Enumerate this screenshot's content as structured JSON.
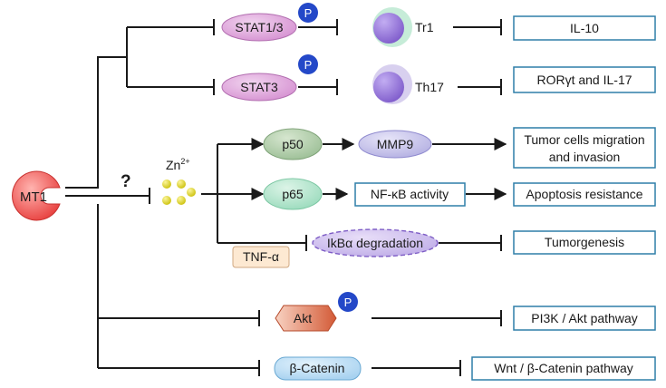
{
  "source": {
    "label": "MT1"
  },
  "unknown_mark": "?",
  "zinc": {
    "base": "Zn",
    "superscript": "2+"
  },
  "phospho_label": "P",
  "stat_rows": [
    {
      "protein": "STAT1/3",
      "cell": "Tr1",
      "outcome": "IL-10"
    },
    {
      "protein": "STAT3",
      "cell": "Th17",
      "outcome": "RORγt and IL-17"
    }
  ],
  "zinc_rows": [
    {
      "node": "p50",
      "mid": "MMP9",
      "outcome_line1": "Tumor cells migration",
      "outcome_line2": "and invasion"
    },
    {
      "node": "p65",
      "mid": "NF-κB activity",
      "outcome": "Apoptosis resistance"
    },
    {
      "mid": "IkBα degradation",
      "outcome": "Tumorgenesis"
    }
  ],
  "tnf_label": "TNF-α",
  "akt_row": {
    "node": "Akt",
    "outcome": "PI3K / Akt pathway"
  },
  "catenin_row": {
    "node": "β-Catenin",
    "outcome": "Wnt / β-Catenin pathway"
  },
  "colors": {
    "mt1": "#e8413f",
    "stat": "#dca1d8",
    "cell_circle": "#8e6fd6",
    "cell_ring_tr1": "#c6ecd8",
    "cell_ring_th17": "#d8d0ef",
    "phospho": "#2448c8",
    "p50": "#b9d0b0",
    "mmp9": "#c8c6ec",
    "p65": "#b5e6cd",
    "ikb": "#d2c3ee",
    "tnf": "#fde9d2",
    "akt": "#d96a4a",
    "catenin": "#c4e2f7",
    "zinc_dot": "#e0d61c",
    "box_border": "#2f7fa8"
  }
}
